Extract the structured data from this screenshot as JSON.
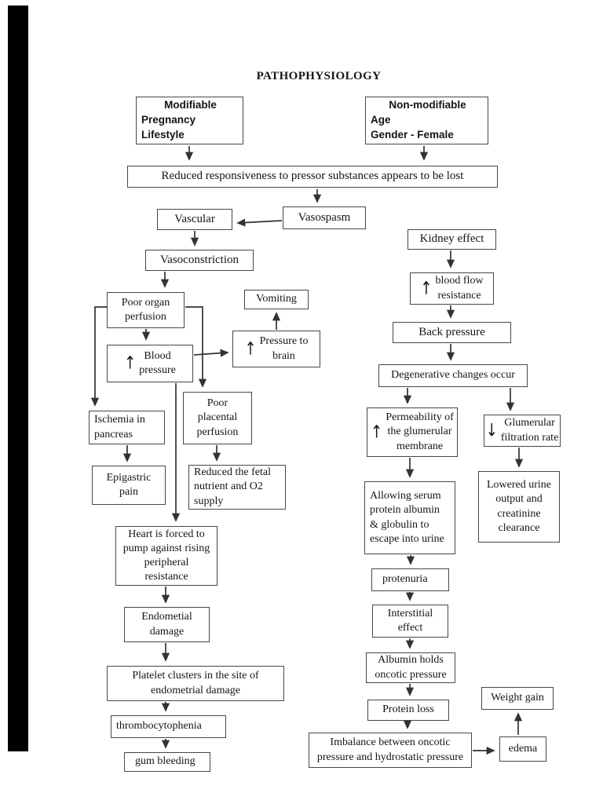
{
  "title": "PATHOPHYSIOLOGY",
  "colors": {
    "page_bg": "#ffffff",
    "text": "#151515",
    "box_border": "#474747",
    "line": "#333333",
    "scan_bar": "#000000"
  },
  "nodes": {
    "modifiable": {
      "heading": "Modifiable",
      "lines": "Pregnancy\nLifestyle"
    },
    "nonmodifiable": {
      "heading": "Non-modifiable",
      "lines": "Age\nGender - Female"
    },
    "reduced": {
      "label": "Reduced responsiveness to pressor substances appears to be lost"
    },
    "vasospasm": {
      "label": "Vasospasm"
    },
    "vascular": {
      "label": "Vascular"
    },
    "vasoconstriction": {
      "label": "Vasoconstriction"
    },
    "poor_organ": {
      "label": "Poor organ\nperfusion"
    },
    "vomiting": {
      "label": "Vomiting"
    },
    "blood_pressure": {
      "icon": "↑",
      "label": "Blood\npressure"
    },
    "pressure_brain": {
      "icon": "↑",
      "label": "Pressure to\nbrain"
    },
    "ischemia": {
      "label": "Ischemia in\npancreas"
    },
    "epigastric": {
      "label": "Epigastric\npain"
    },
    "poor_placental": {
      "label": "Poor\nplacental\nperfusion"
    },
    "reduced_fetal": {
      "label": "Reduced the fetal\nnutrient and O2\nsupply"
    },
    "heart": {
      "label": "Heart is forced to\npump against rising\nperipheral\nresistance"
    },
    "endometial": {
      "label": "Endometial\ndamage"
    },
    "platelet": {
      "label": "Platelet clusters in the site of\nendometrial damage"
    },
    "thrombocytophenia": {
      "label": "thrombocytophenia"
    },
    "gum_bleeding": {
      "label": "gum bleeding"
    },
    "kidney": {
      "label": "Kidney effect"
    },
    "blood_flow": {
      "icon": "↑",
      "label": "blood flow\nresistance"
    },
    "back_pressure": {
      "label": "Back pressure"
    },
    "degenerative": {
      "label": "Degenerative changes occur"
    },
    "permeability": {
      "icon": "↑",
      "label": "Permeability of\nthe glumerular\nmembrane"
    },
    "glumerular_filtration": {
      "icon": "↓",
      "label": "Glumerular\nfiltration rate"
    },
    "allowing_serum": {
      "label": "Allowing serum\nprotein albumin\n& globulin to\nescape into urine"
    },
    "lowered_urine": {
      "label": "Lowered urine\noutput and\ncreatinine\nclearance"
    },
    "protenuria": {
      "label": "protenuria"
    },
    "interstitial": {
      "label": "Interstitial\neffect"
    },
    "albumin_holds": {
      "label": "Albumin holds\noncotic pressure"
    },
    "protein_loss": {
      "label": "Protein loss"
    },
    "weight_gain": {
      "label": "Weight gain"
    },
    "imbalance": {
      "label": "Imbalance between oncotic\npressure and hydrostatic pressure"
    },
    "edema": {
      "label": "edema"
    }
  }
}
